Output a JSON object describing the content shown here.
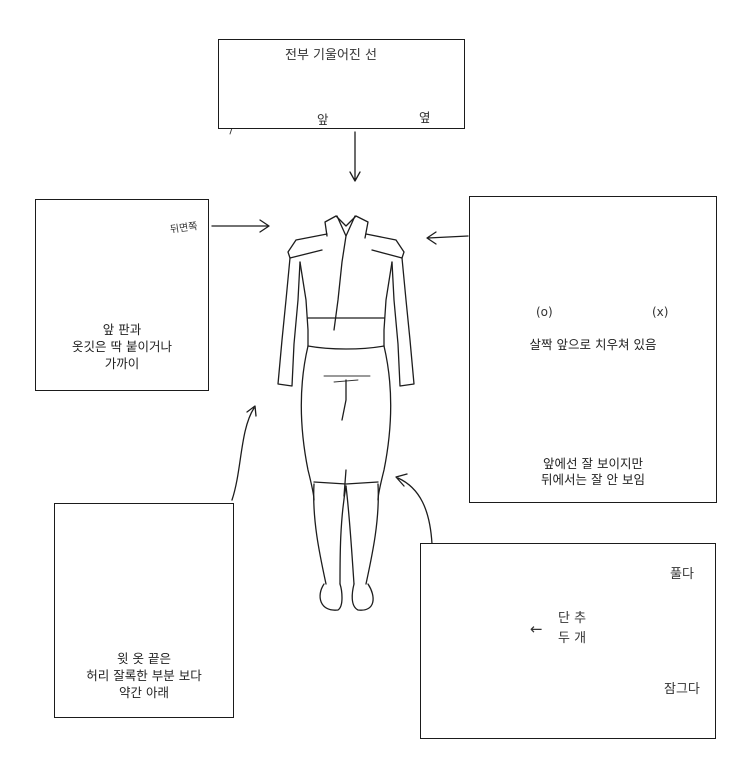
{
  "colors": {
    "ink": "#1d1d1d",
    "peach_fill": "#f2b49a",
    "accent_orange": "#c9582a",
    "background": "#ffffff"
  },
  "top_panel": {
    "title": "전부 기울어진 선",
    "front_label": "앞",
    "side_label": "옆"
  },
  "left_panel": {
    "side_note": "뒤면쪽",
    "caption_lines": [
      "앞 판과",
      "옷깃은 딱 붙이거나",
      "가까이"
    ]
  },
  "right_panel": {
    "correct_mark": "(o)",
    "wrong_mark": "(x)",
    "caption_1": "살짝 앞으로 치우쳐 있음",
    "caption_2_lines": [
      "앞에선 잘 보이지만",
      "뒤에서는 잘 안 보임"
    ]
  },
  "bottom_left_panel": {
    "caption_lines": [
      "윗 옷 끝은",
      "허리 잘록한 부분 보다",
      "약간 아래"
    ]
  },
  "bottom_right_panel": {
    "button_label_lines": [
      "단 추",
      "두 개"
    ],
    "arrow": "←",
    "open_label": "풀다",
    "close_label": "잠그다"
  }
}
